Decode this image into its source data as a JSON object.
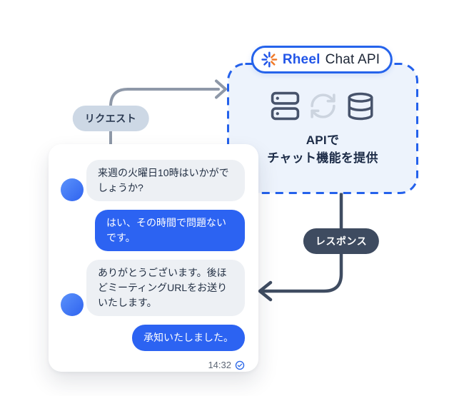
{
  "api_box": {
    "badge": {
      "brand": "Rheel",
      "product": "Chat API"
    },
    "description_line1": "APIで",
    "description_line2": "チャット機能を提供",
    "icons": [
      "server-icon",
      "sync-icon",
      "database-icon"
    ]
  },
  "labels": {
    "request": "リクエスト",
    "response": "レスポンス"
  },
  "chat": {
    "messages": [
      {
        "from": "contact",
        "text": "来週の火曜日10時はいかがでしょうか?"
      },
      {
        "from": "user",
        "text": "はい、その時間で問題ないです。"
      },
      {
        "from": "contact",
        "text": "ありがとうございます。後ほどミーティングURLをお送りいたします。"
      },
      {
        "from": "user",
        "text": "承知いたしました。"
      }
    ],
    "timestamp": "14:32",
    "read_receipt_icon": "check-circle-icon"
  },
  "colors": {
    "brand_blue": "#2563eb",
    "bubble_blue": "#2c63f2",
    "bubble_gray": "#edf0f4",
    "box_fill": "#edf3fc",
    "request_arrow": "#8e98a8",
    "response_arrow": "#3f4c61",
    "request_pill_bg": "#cdd8e5",
    "response_pill_bg": "#3e4b60",
    "icon_dark": "#47536b",
    "icon_light": "#ccd4df",
    "logo_orange": "#f07a2a"
  }
}
